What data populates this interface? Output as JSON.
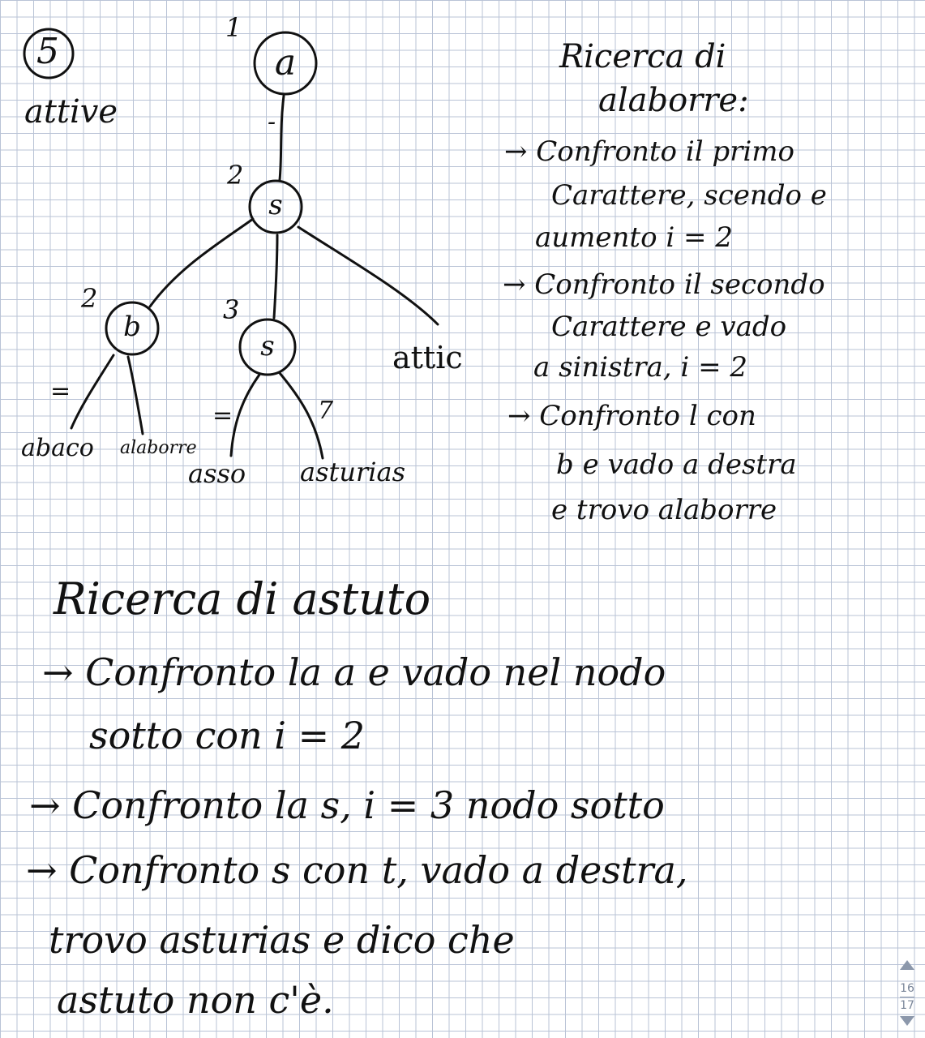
{
  "top_left": {
    "circled_number": "5",
    "label": "attive"
  },
  "tree": {
    "level_marks": [
      "1",
      "2",
      "2",
      "3"
    ],
    "edge_marks": [
      "-",
      "=",
      "=",
      "7"
    ],
    "nodes": {
      "root": "a",
      "level2": "s",
      "left": "b",
      "middle": "s"
    },
    "leaves": {
      "attic": "attic",
      "abaco": "abaco",
      "alabarre": "alaborre",
      "asso": "asso",
      "asturias": "asturias"
    }
  },
  "right_notes": {
    "title_line1": "Ricerca di",
    "title_line2": "alaborre:",
    "lines": [
      "→ Confronto il primo",
      "Carattere, scendo e",
      "aumento i = 2",
      "→ Confronto il secondo",
      "Carattere e vado",
      "a sinistra, i = 2",
      "→ Confronto l con",
      "b e vado a destra",
      "e trovo alaborre"
    ]
  },
  "bottom_notes": {
    "title": "Ricerca di astuto",
    "lines": [
      "→ Confronto la a e vado nel nodo",
      "sotto con i = 2",
      "→ Confronto la s, i = 3 nodo sotto",
      "→ Confronto s con t, vado a destra,",
      "trovo asturias e dico che",
      "astuto non c'è."
    ]
  },
  "pager": {
    "current": "16",
    "total": "17"
  }
}
